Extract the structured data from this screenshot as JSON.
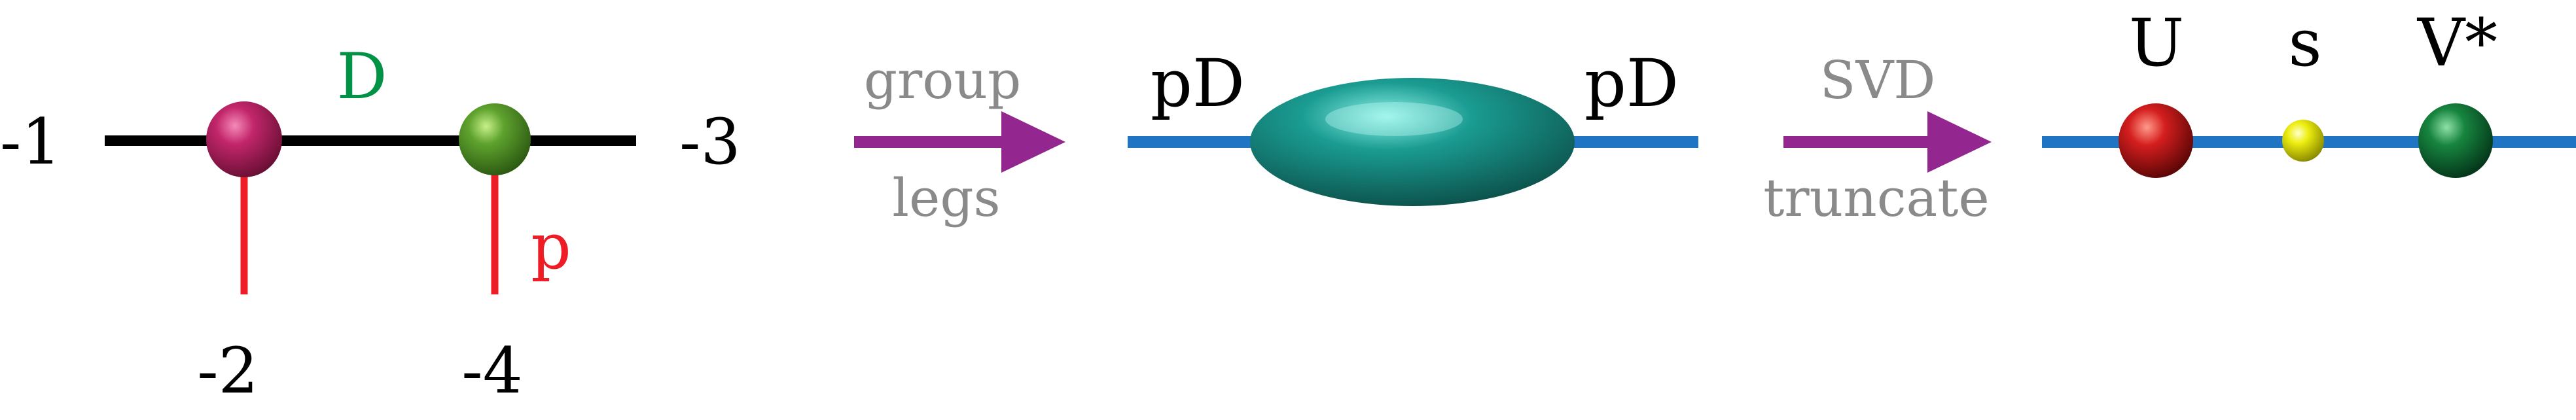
{
  "panel_left": {
    "left_leg": "-1",
    "bottom_leg_1": "-2",
    "right_leg": "-3",
    "bottom_leg_2": "-4",
    "bond_dim": "D",
    "phys_dim": "p"
  },
  "arrow_1": {
    "top": "group",
    "bottom": "legs"
  },
  "panel_middle": {
    "left_dim": "pD",
    "right_dim": "pD"
  },
  "arrow_2": {
    "top": "SVD",
    "bottom": "truncate"
  },
  "panel_right": {
    "u": "U",
    "s": "s",
    "v": "V*"
  },
  "colors": {
    "bond_black": "#000000",
    "phys_red": "#ee1c24",
    "bond_blue": "#1f75c4",
    "arrow_purple": "#93278f",
    "label_gray": "#8a8a8a",
    "label_green": "#009245",
    "label_red": "#ee1c24",
    "tensor_magenta": "#b0205a",
    "tensor_green": "#5a9e2c",
    "tensor_teal": "#1a9a90",
    "u_red": "#c4161c",
    "s_yellow": "#e8e800",
    "v_green": "#137b3c"
  }
}
